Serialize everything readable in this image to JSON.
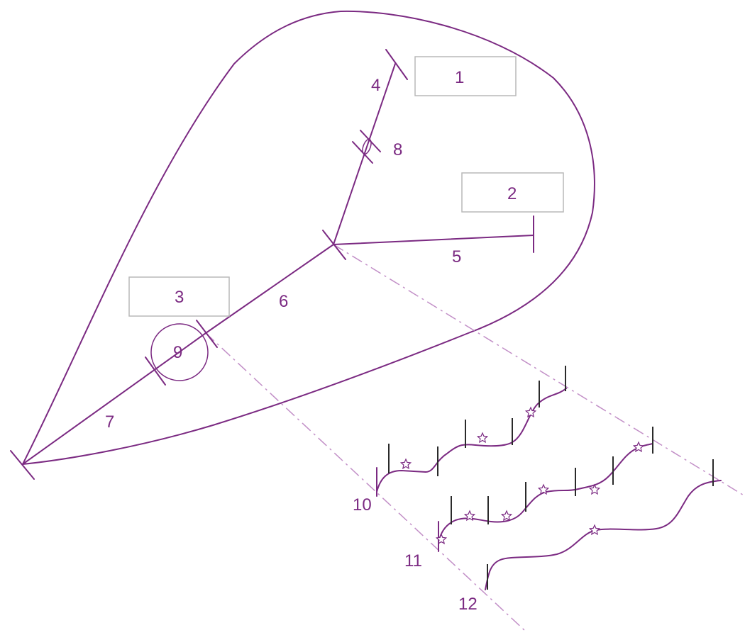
{
  "colors": {
    "primary": "#7b2a82",
    "dash": "#c28fc7",
    "box_border": "#b9b9b9",
    "tick": "#2a2a2a"
  },
  "labels": {
    "n1": "1",
    "n2": "2",
    "n3": "3",
    "n4": "4",
    "n5": "5",
    "n6": "6",
    "n7": "7",
    "n8": "8",
    "n9": "9",
    "n10": "10",
    "n11": "11",
    "n12": "12"
  }
}
